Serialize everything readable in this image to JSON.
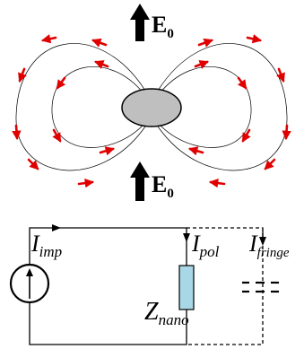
{
  "field_diagram": {
    "top_label": {
      "main": "E",
      "sub": "0"
    },
    "bottom_label": {
      "main": "E",
      "sub": "0"
    },
    "arrow_color": "#e00000",
    "particle_color": "#bfbfbf",
    "line_color": "#000000"
  },
  "circuit": {
    "i_imp": {
      "main": "I",
      "sub": "imp"
    },
    "i_pol": {
      "main": "I",
      "sub": "pol"
    },
    "i_fringe": {
      "main": "I",
      "sub": "fringe"
    },
    "z_nano": {
      "main": "Z",
      "sub": "nano"
    },
    "impedance_color": "#a9d7e6",
    "wire_color": "#000000"
  }
}
